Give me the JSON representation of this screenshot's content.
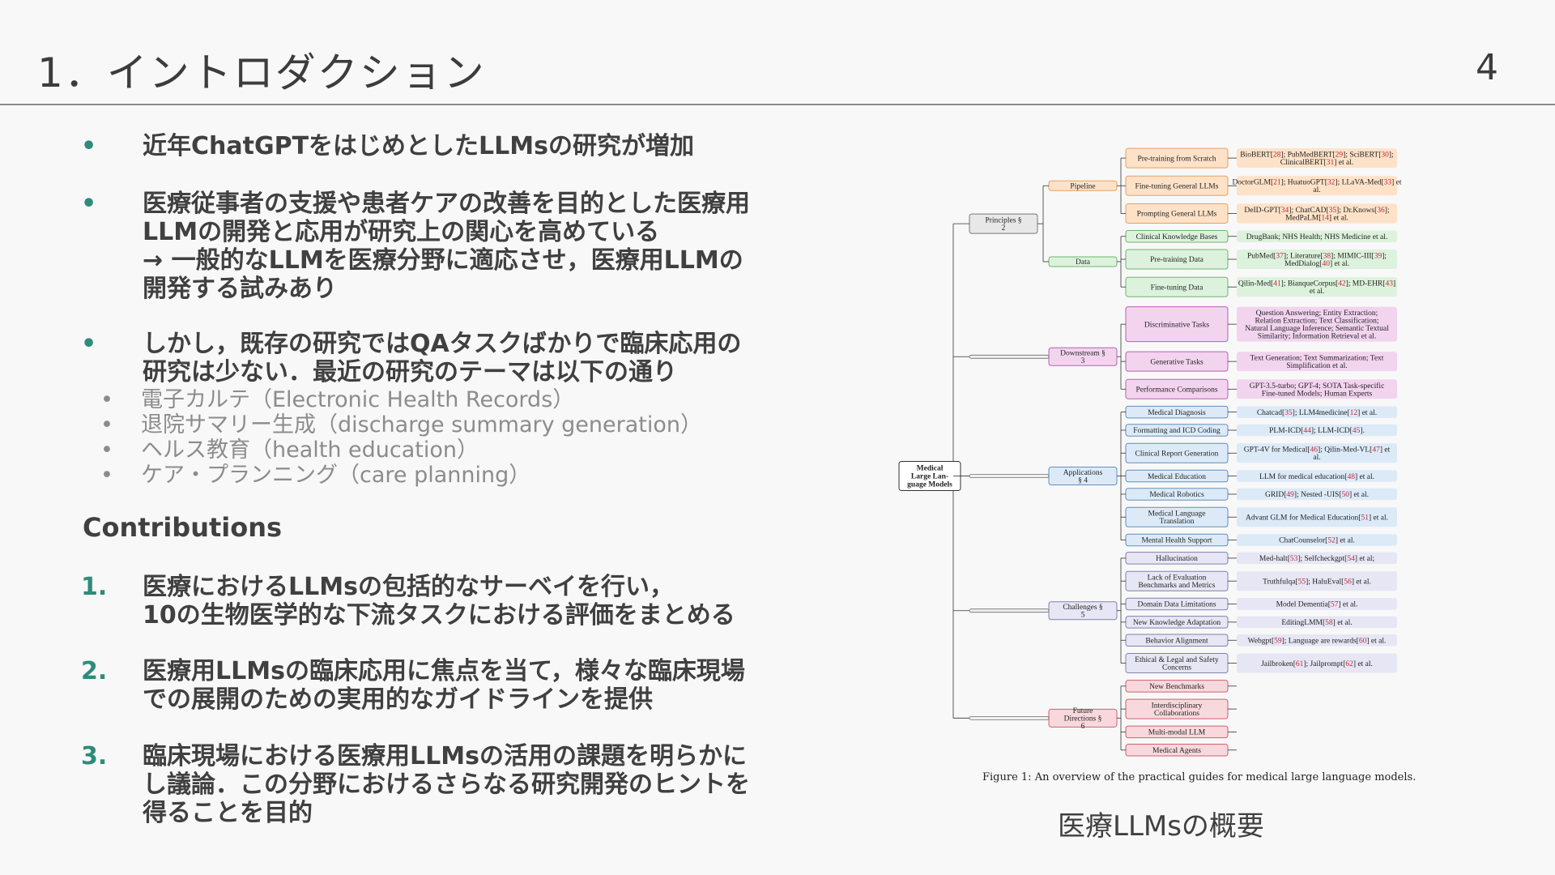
{
  "header": {
    "title": "1．イントロダクション",
    "page_number": "4"
  },
  "bullets": [
    {
      "marker": "•",
      "text": "近年ChatGPTをはじめとしたLLMsの研究が増加"
    },
    {
      "marker": "•",
      "text": "医療従事者の支援や患者ケアの改善を目的とした医療用\nLLMの開発と応用が研究上の関心を高めている\n→ 一般的なLLMを医療分野に適応させ，医療用LLMの\n開発する試みあり"
    },
    {
      "marker": "•",
      "text": "しかし，既存の研究ではQAタスクばかりで臨床応用の\n研究は少ない．最近の研究のテーマは以下の通り"
    }
  ],
  "sub_bullets": [
    "電子カルテ（Electronic Health Records）",
    "退院サマリー生成（discharge summary generation）",
    "ヘルス教育（health education）",
    "ケア・プランニング（care planning）"
  ],
  "contributions": {
    "heading": "Contributions",
    "items": [
      {
        "marker": "1.",
        "text": "医療におけるLLMsの包括的なサーベイを行い，\n10の生物医学的な下流タスクにおける評価をまとめる"
      },
      {
        "marker": "2.",
        "text": "医療用LLMsの臨床応用に焦点を当て，様々な臨床現場\nでの展開のための実用的なガイドラインを提供"
      },
      {
        "marker": "3.",
        "text": "臨床現場における医療用LLMsの活用の課題を明らかに\nし議論．この分野におけるさらなる研究開発のヒントを\n得ることを目的"
      }
    ]
  },
  "figure": {
    "caption": "Figure 1: An overview of the practical guides for medical large language models.",
    "root": "Medical Large Language Models",
    "sections": [
      {
        "label": "Principles § 2",
        "color": "#e8e8e8",
        "stroke": "#777777",
        "groups": [
          {
            "label": "Pipeline",
            "color": "#fde2c8",
            "stroke": "#e8a060",
            "leaves": [
              {
                "label": "Pre-training from Scratch",
                "refs": "BioBERT[28]; PubMedBERT[29]; SciBERT[30]; ClinicalBERT[31] et al."
              },
              {
                "label": "Fine-tuning General LLMs",
                "refs": "DoctorGLM[21]; HuatuoGPT[32]; LLaVA-Med[33] et al."
              },
              {
                "label": "Prompting General LLMs",
                "refs": "DeID-GPT[34]; ChatCAD[35]; Dr.Knows[36]; MedPaLM[14] et al."
              }
            ]
          },
          {
            "label": "Data",
            "color": "#dcf2dc",
            "stroke": "#6fb56f",
            "leaves": [
              {
                "label": "Clinical Knowledge Bases",
                "refs": "DrugBank; NHS Health; NHS Medicine et al."
              },
              {
                "label": "Pre-training Data",
                "refs": "PubMed[37]; Literature[38]; MIMIC-III[39]; MedDialog[40] et al."
              },
              {
                "label": "Fine-tuning Data",
                "refs": "Qilin-Med[41]; BianqueCorpus[42]; MD-EHR[43] et al."
              }
            ]
          }
        ]
      },
      {
        "label": "Downstream § 3",
        "color": "#f2d4ef",
        "stroke": "#b960b0",
        "leaves": [
          {
            "label": "Discriminative Tasks",
            "refs": "Question Answering; Entity Extraction; Relation Extraction; Text Classification; Natural Language Inference; Semantic Textual Similarity; Information Retrieval et al."
          },
          {
            "label": "Generative Tasks",
            "refs": "Text Generation; Text Summarization; Text Simplification et al."
          },
          {
            "label": "Performance Comparisons",
            "refs": "GPT-3.5-turbo; GPT-4; SOTA Task-specific Fine-tuned Models; Human Experts"
          }
        ]
      },
      {
        "label": "Applications § 4",
        "color": "#dceaf8",
        "stroke": "#5f8fc0",
        "leaves": [
          {
            "label": "Medical Diagnosis",
            "refs": "Chatcad[35]; LLM4medicine[12] et al."
          },
          {
            "label": "Formatting and ICD Coding",
            "refs": "PLM-ICD[44]; LLM-ICD[45]."
          },
          {
            "label": "Clinical Report Generation",
            "refs": "GPT-4V for Medical[46]; Qilin-Med-VL[47] et al."
          },
          {
            "label": "Medical Education",
            "refs": "LLM for medical education[48] et al."
          },
          {
            "label": "Medical Robotics",
            "refs": "GRID[49]; Nested -UIS[50] et al."
          },
          {
            "label": "Medical Language Translation",
            "refs": "Advant GLM for Medical Education[51] et al."
          },
          {
            "label": "Mental Health Support",
            "refs": "ChatCounselor[52] et al."
          }
        ]
      },
      {
        "label": "Challenges § 5",
        "color": "#e6e6f4",
        "stroke": "#8080b0",
        "leaves": [
          {
            "label": "Hallucination",
            "refs": "Med-halt[53]; Selfcheckgpt[54] et al;"
          },
          {
            "label": "Lack of Evaluation Benchmarks and Metrics",
            "refs": "Truthfulqa[55]; HaluEval[56] et al."
          },
          {
            "label": "Domain Data Limitations",
            "refs": "Model Dementia[57] et al."
          },
          {
            "label": "New Knowledge Adaptation",
            "refs": "EditingLMM[58] et al."
          },
          {
            "label": "Behavior Alignment",
            "refs": "Webgpt[59]; Language are rewards[60] et al."
          },
          {
            "label": "Ethical & Legal and Safety Concerns",
            "refs": "Jailbroken[61]; Jailprompt[62] et al."
          }
        ]
      },
      {
        "label": "Future Directions § 6",
        "color": "#f8d8dc",
        "stroke": "#d06070",
        "leaves": [
          {
            "label": "New Benchmarks",
            "refs": ""
          },
          {
            "label": "Interdisciplinary Collaborations",
            "refs": ""
          },
          {
            "label": "Multi-modal LLM",
            "refs": ""
          },
          {
            "label": "Medical Agents",
            "refs": ""
          }
        ]
      }
    ]
  },
  "figure_title": "医療LLMsの概要"
}
